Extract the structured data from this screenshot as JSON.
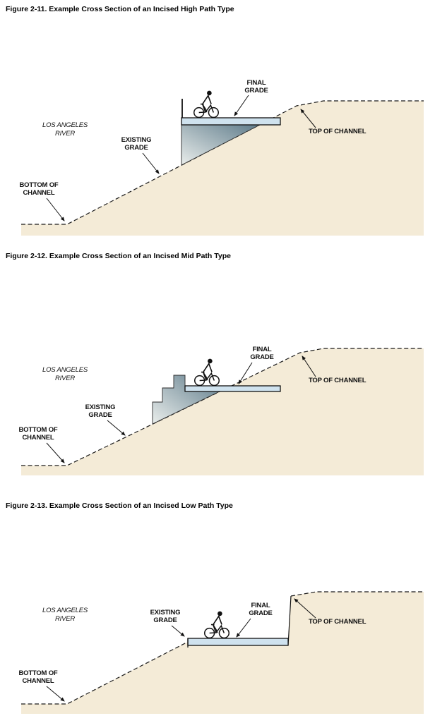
{
  "document": {
    "background": "#ffffff"
  },
  "colors": {
    "ground": "#f4ebd7",
    "deck": "#cfe2ee",
    "structure_dark": "#5e7b8a",
    "structure_light": "#eaeeec",
    "line": "#111111"
  },
  "figures": [
    {
      "title": "Figure 2-11. Example Cross Section of an Incised High Path Type",
      "labels": {
        "river1": "LOS ANGELES",
        "river2": "RIVER",
        "existing1": "EXISTING",
        "existing2": "GRADE",
        "final1": "FINAL",
        "final2": "GRADE",
        "top": "TOP OF CHANNEL",
        "bottom1": "BOTTOM OF",
        "bottom2": "CHANNEL"
      }
    },
    {
      "title": "Figure 2-12. Example Cross Section of an Incised Mid Path Type",
      "labels": {
        "river1": "LOS ANGELES",
        "river2": "RIVER",
        "existing1": "EXISTING",
        "existing2": "GRADE",
        "final1": "FINAL",
        "final2": "GRADE",
        "top": "TOP OF CHANNEL",
        "bottom1": "BOTTOM OF",
        "bottom2": "CHANNEL"
      }
    },
    {
      "title": "Figure 2-13. Example Cross Section of an Incised Low Path Type",
      "labels": {
        "river1": "LOS ANGELES",
        "river2": "RIVER",
        "existing1": "EXISTING",
        "existing2": "GRADE",
        "final1": "FINAL",
        "final2": "GRADE",
        "top": "TOP OF CHANNEL",
        "bottom1": "BOTTOM OF",
        "bottom2": "CHANNEL"
      }
    }
  ]
}
